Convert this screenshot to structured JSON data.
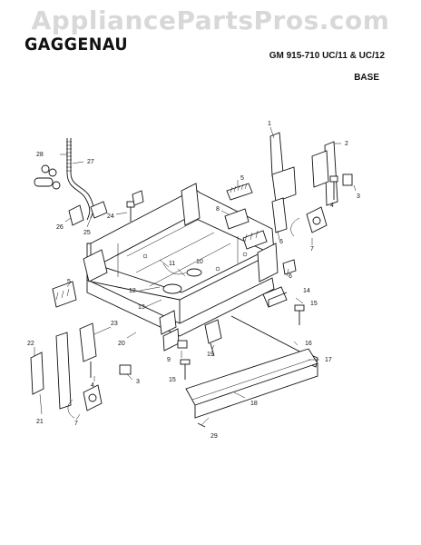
{
  "watermark": "AppliancePartsPros.com",
  "brand": "GAGGENAU",
  "model": "GM 915-710 UC/11 & UC/12",
  "section": "BASE",
  "callouts": [
    "1",
    "2",
    "3",
    "4",
    "5",
    "6",
    "7",
    "8",
    "9",
    "10",
    "11",
    "12",
    "13",
    "14",
    "15",
    "16",
    "17",
    "18",
    "19",
    "20",
    "21",
    "22",
    "23",
    "24",
    "25",
    "26",
    "27",
    "28",
    "29"
  ]
}
